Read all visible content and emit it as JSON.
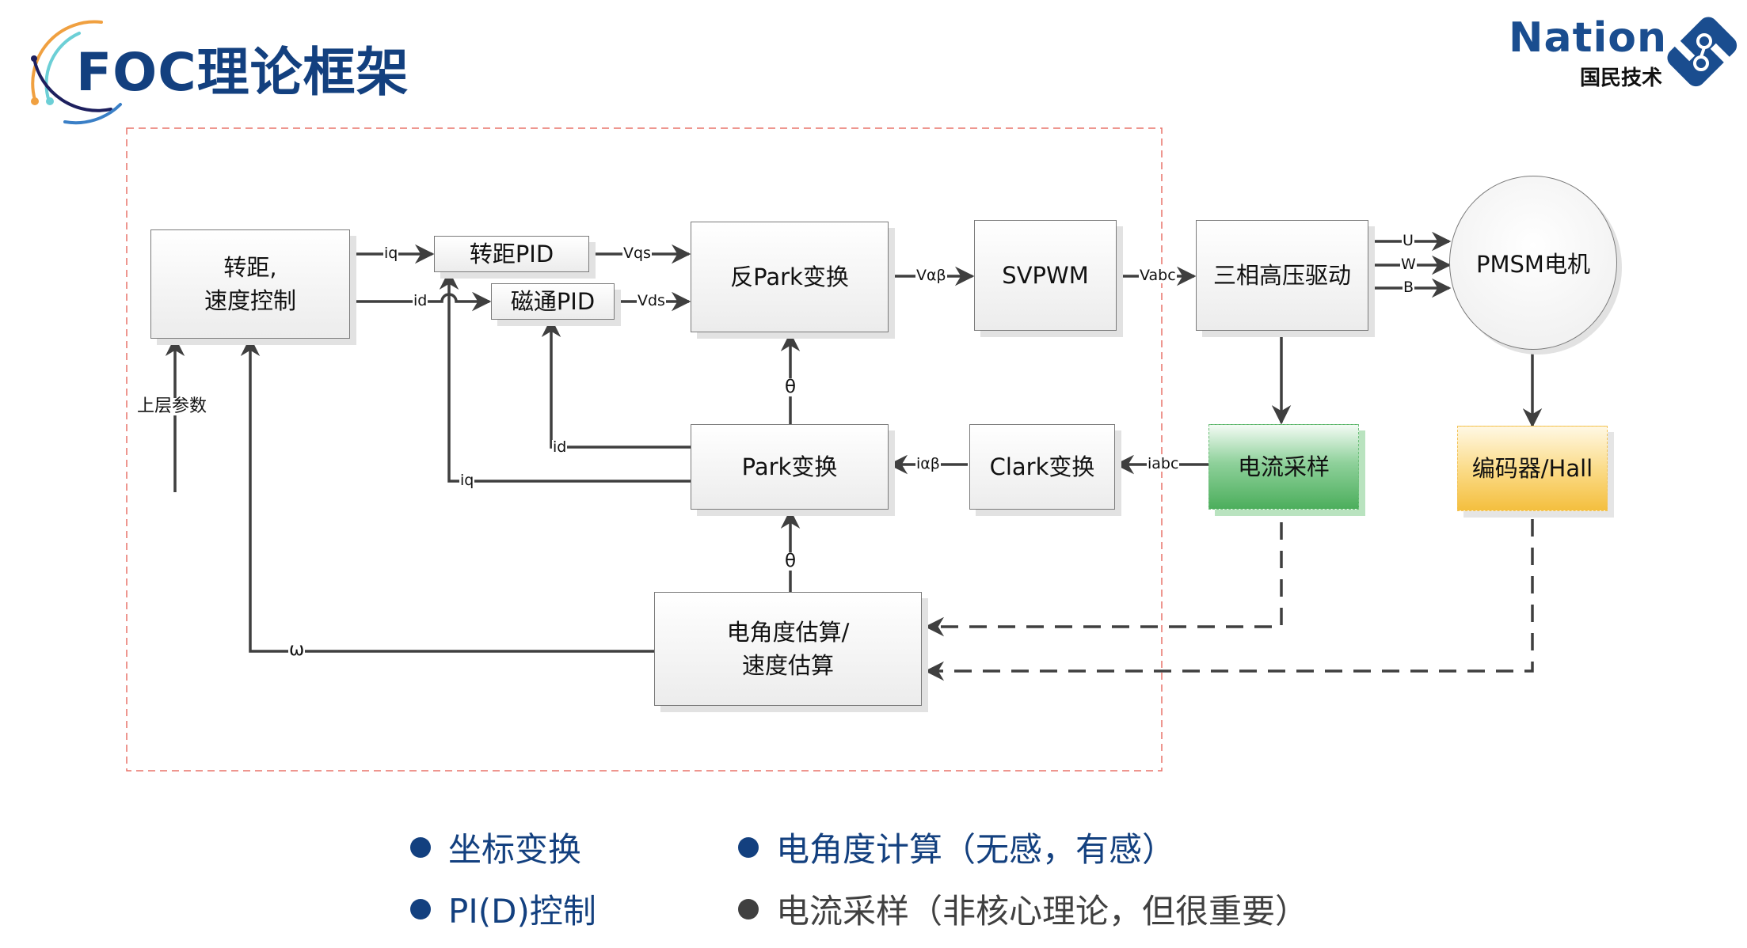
{
  "page": {
    "title": "FOC理论框架",
    "logo": {
      "brand": "Nation",
      "subtitle": "国民技术",
      "icon": "nation-logo-icon"
    },
    "colors": {
      "title": "#13407f",
      "boundary": "#e8746a",
      "line": "#3f3f3f",
      "green_block": "#4cae5c",
      "yellow_block": "#f4bf3e",
      "bullet_blue": "#13407f",
      "bullet_gray": "#404040"
    }
  },
  "diagram": {
    "blocks": {
      "torque_speed": "转距,\n速度控制",
      "torque_pid": "转距PID",
      "flux_pid": "磁通PID",
      "inv_park": "反Park变换",
      "svpwm": "SVPWM",
      "driver": "三相高压驱动",
      "motor": "PMSM电机",
      "park": "Park变换",
      "clark": "Clark变换",
      "current_sampling": "电流采样",
      "encoder": "编码器/Hall",
      "estimator": "电角度估算/\n速度估算"
    },
    "signals": {
      "iq_ref": "iq",
      "id_ref": "id",
      "vqs": "Vqs",
      "vds": "Vds",
      "v_alpha_beta": "Vαβ",
      "v_abc": "Vabc",
      "phase_u": "U",
      "phase_w": "W",
      "phase_b": "B",
      "theta_inv": "θ",
      "theta_park": "θ",
      "i_alpha_beta": "iαβ",
      "i_abc": "iabc",
      "id_fb": "id",
      "iq_fb": "iq",
      "omega": "ω",
      "upper_params": "上层参数"
    }
  },
  "bullets": [
    {
      "text": "坐标变换",
      "color": "#13407f"
    },
    {
      "text": "电角度计算（无感，有感）",
      "color": "#13407f"
    },
    {
      "text": "PI(D)控制",
      "color": "#13407f"
    },
    {
      "text": "电流采样（非核心理论，但很重要）",
      "color": "#404040"
    }
  ]
}
